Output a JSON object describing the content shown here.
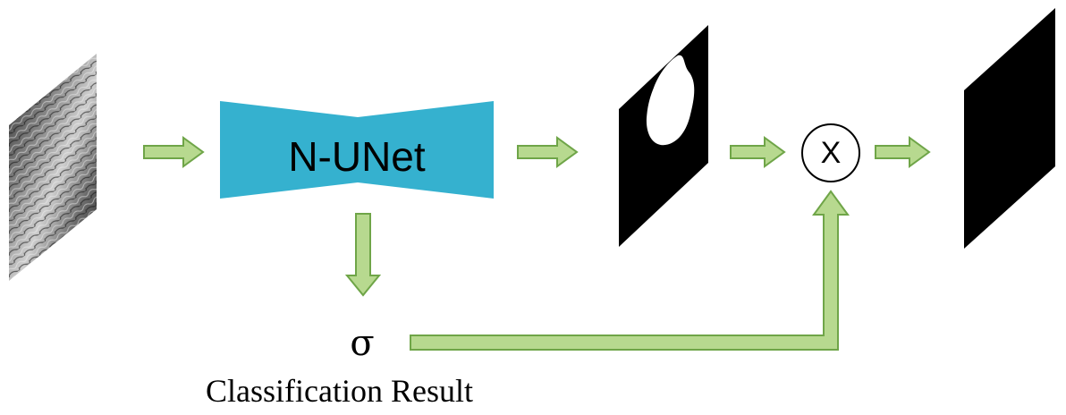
{
  "network_label": "N-UNet",
  "multiply_symbol": "X",
  "sigma_symbol": "σ",
  "caption": "Classification Result",
  "colors": {
    "network_fill": "#35b1cf",
    "arrow_fill": "#b7d98f",
    "arrow_stroke": "#6fa548",
    "mask_fill": "#000000",
    "lesion_fill": "#ffffff"
  }
}
